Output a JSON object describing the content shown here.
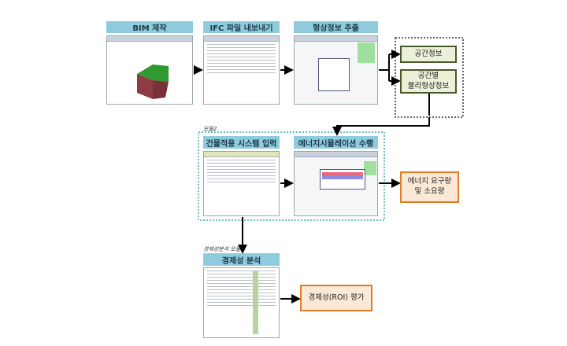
{
  "steps": {
    "bim": "BIM 제작",
    "ifc": "IFC 파일 내보내기",
    "geom": "형상정보 추출",
    "system": "건물적용 시스템 입력",
    "sim": "에너지시뮬레이션 수행",
    "econ": "경제성 분석"
  },
  "outputs": {
    "space": "공간정보",
    "space_geom_1": "공간별",
    "space_geom_2": "물리형상정보",
    "energy_1": "에너지 요구량",
    "energy_2": "및 소요량",
    "roi": "경제성(ROI) 평가"
  },
  "modules": {
    "module2": "모듈2",
    "econ_module": "경제성분석 모듈"
  },
  "colors": {
    "header": "#8ecbdc",
    "output_border": "#e07b2a",
    "info_border": "#4a5a2a",
    "module_border": "#3aa6b8"
  }
}
